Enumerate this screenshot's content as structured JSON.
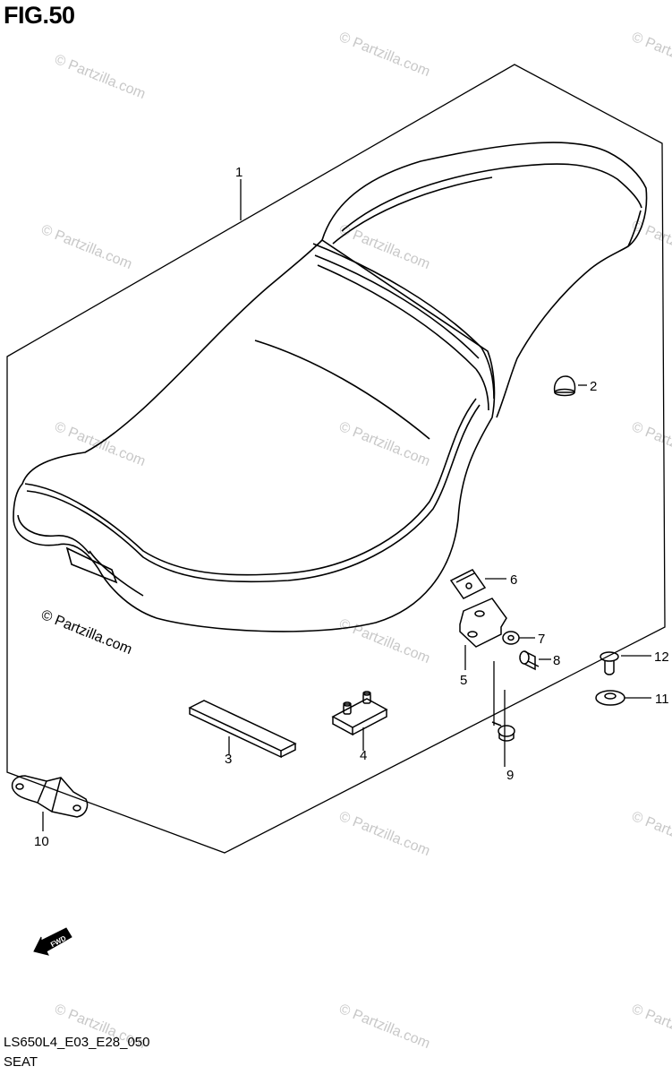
{
  "figure_title": "FIG.50",
  "diagram_code": "LS650L4_E03_E28_050",
  "diagram_name": "SEAT",
  "watermark_text": "© Partzilla.com",
  "fwd_badge": "FWD",
  "callouts": [
    "1",
    "2",
    "3",
    "4",
    "5",
    "6",
    "7",
    "8",
    "9",
    "10",
    "11",
    "12"
  ],
  "colors": {
    "line": "#000000",
    "background": "#ffffff",
    "watermark": "#c8c8c8"
  }
}
